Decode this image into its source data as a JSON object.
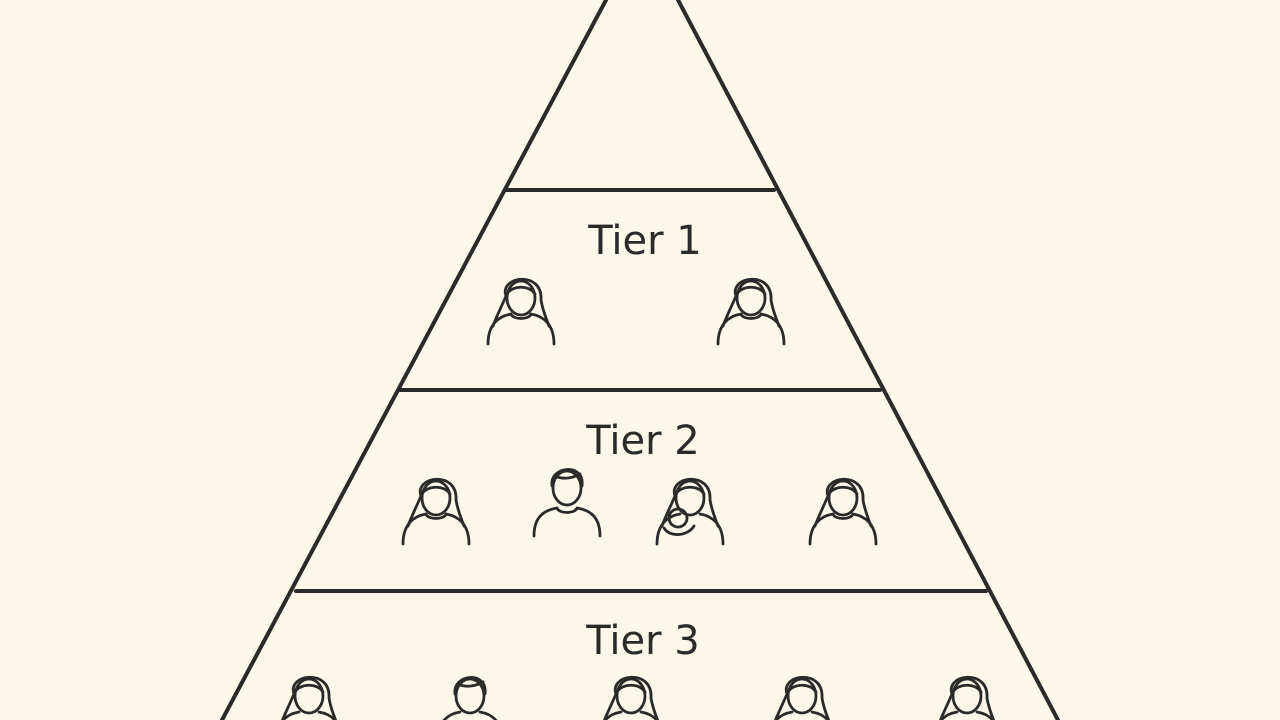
{
  "diagram": {
    "tiers": [
      {
        "label": "Tier 1",
        "people": [
          "woman-icon",
          "woman-icon"
        ]
      },
      {
        "label": "Tier 2",
        "people": [
          "woman-icon",
          "man-icon",
          "mother-baby-icon",
          "woman-icon"
        ]
      },
      {
        "label": "Tier 3",
        "people": [
          "woman-icon",
          "man-icon",
          "woman-icon",
          "woman-icon",
          "woman-icon"
        ]
      }
    ],
    "colors": {
      "background": "#fdf7ea",
      "stroke": "#2a2a2a"
    }
  }
}
